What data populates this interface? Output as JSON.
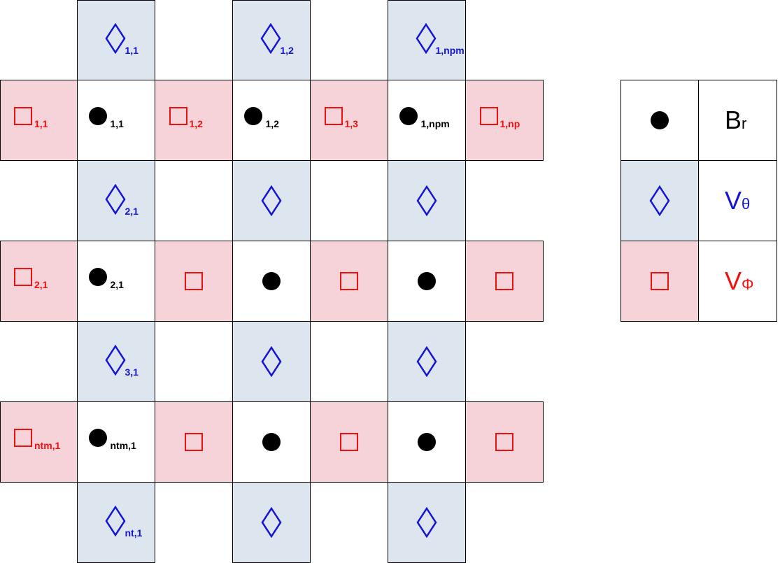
{
  "colors": {
    "red_fill": "#f5d3d9",
    "blue_fill": "#dde5ef",
    "red_symbol": "#ee1111",
    "blue_symbol": "#1414d8",
    "black_symbol": "#000000"
  },
  "grid": {
    "rows": [
      [
        "e",
        "b:diamond:1,1",
        "e",
        "b:diamond:1,2",
        "e",
        "b:diamond:1,npm",
        "e"
      ],
      [
        "r:square:1,1",
        "w:dot:1,1",
        "r:square:1,2",
        "w:dot:1,2",
        "r:square:1,3",
        "w:dot:1,npm",
        "r:square:1,np"
      ],
      [
        "e",
        "b:diamond:2,1",
        "e",
        "b:diamond:",
        "e",
        "b:diamond:",
        "e"
      ],
      [
        "r:square:2,1",
        "w:dot:2,1",
        "r:square:",
        "w:dot:",
        "r:square:",
        "w:dot:",
        "r:square:"
      ],
      [
        "e",
        "b:diamond:3,1",
        "e",
        "b:diamond:",
        "e",
        "b:diamond:",
        "e"
      ],
      [
        "r:square:ntm,1",
        "w:dot:ntm,1",
        "r:square:",
        "w:dot:",
        "r:square:",
        "w:dot:",
        "r:square:"
      ],
      [
        "e",
        "b:diamond:nt,1",
        "e",
        "b:diamond:",
        "e",
        "b:diamond:",
        "e"
      ]
    ]
  },
  "legend": {
    "items": [
      {
        "symbol": "dot",
        "fill": "w",
        "label_main": "B",
        "label_sub": "r",
        "color": "#000000"
      },
      {
        "symbol": "diamond",
        "fill": "b",
        "label_main": "V",
        "label_sub": "θ",
        "color": "#1414d8"
      },
      {
        "symbol": "square",
        "fill": "r",
        "label_main": "V",
        "label_sub": "Φ",
        "color": "#ee1111"
      }
    ]
  }
}
